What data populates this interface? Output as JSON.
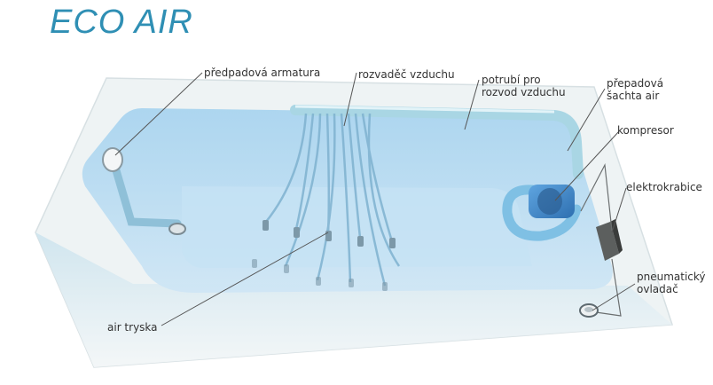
{
  "title": "ECO AIR",
  "colors": {
    "title": "#2f8fb4",
    "water": "#b9dcf2",
    "tub": "#eef3f4",
    "pipe": "#9fd3e2",
    "compressor": "#4a8fd0",
    "label_text": "#333333",
    "leader": "#555555"
  },
  "labels": {
    "armatura": "předpadová armatura",
    "rozvadec": "rozvaděč vzduchu",
    "potrubi_1": "potrubí pro",
    "potrubi_2": "rozvod vzduchu",
    "sachta_1": "přepadová",
    "sachta_2": "šachta air",
    "kompresor": "kompresor",
    "elektrokrabice": "elektrokrabice",
    "ovladac_1": "pneumatický",
    "ovladac_2": "ovladač",
    "tryska": "air tryska"
  }
}
